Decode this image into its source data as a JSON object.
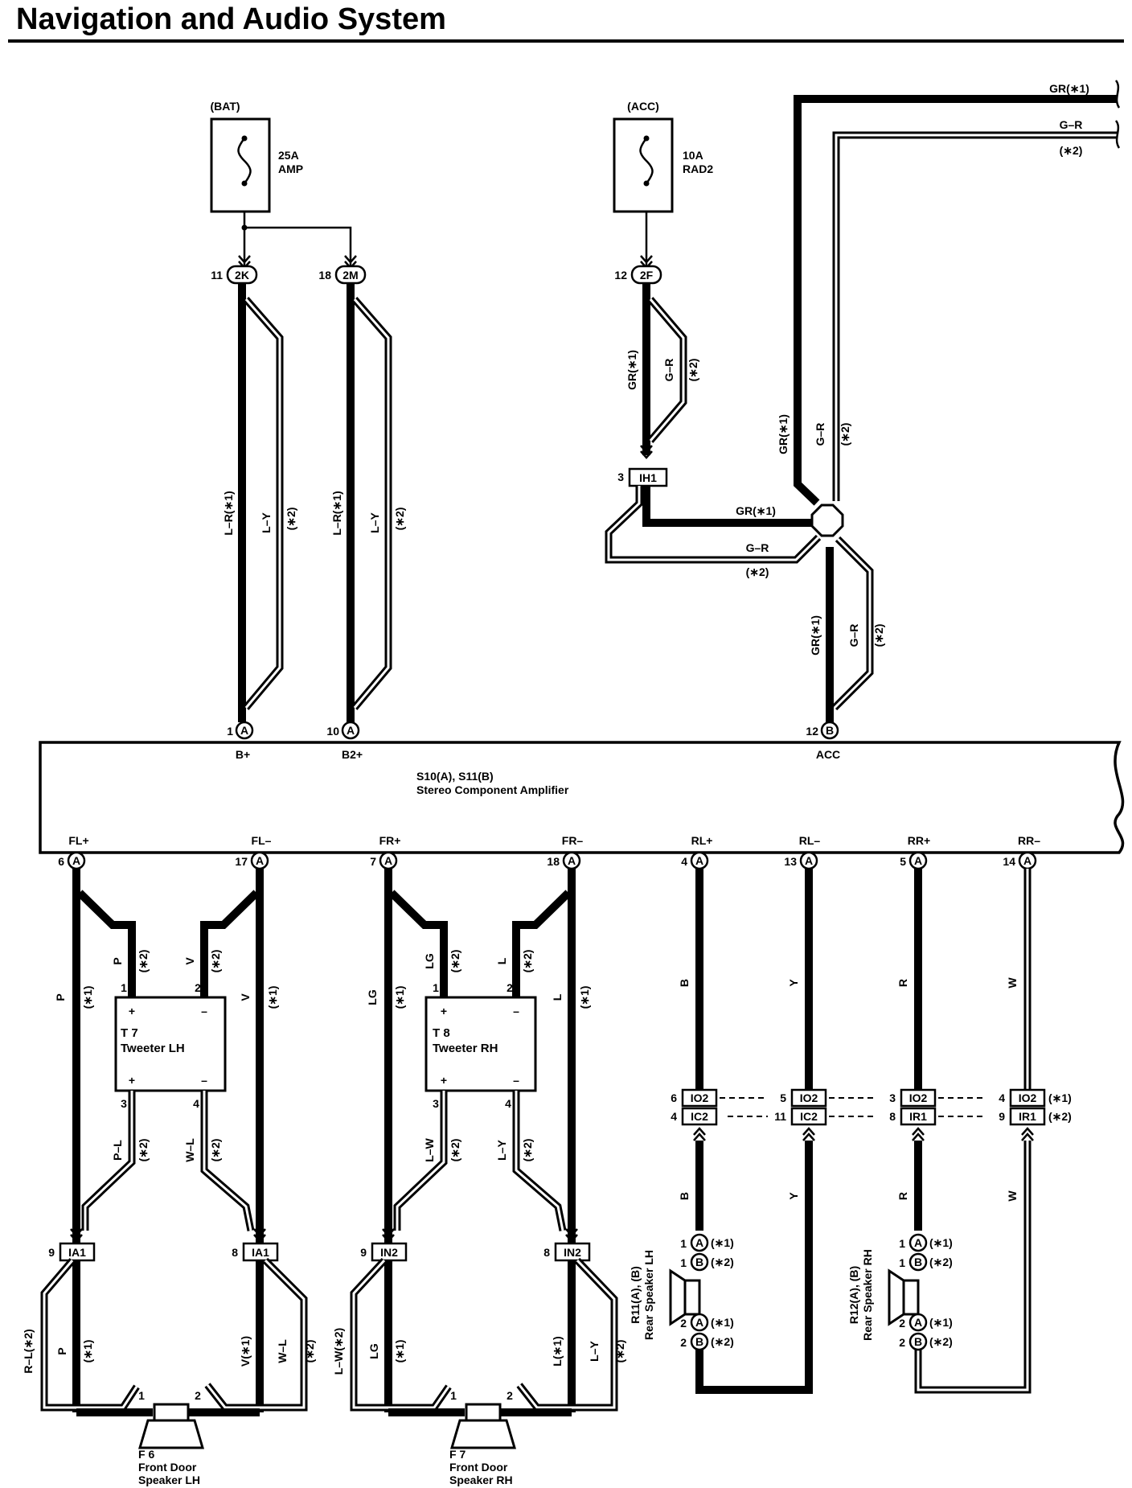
{
  "title": "Navigation and Audio System",
  "power_sources": [
    {
      "id": "bat",
      "source": "(BAT)",
      "rating": "25A",
      "name": "AMP"
    },
    {
      "id": "acc",
      "source": "(ACC)",
      "rating": "10A",
      "name": "RAD2"
    }
  ],
  "connectors_top": [
    {
      "pin": "11",
      "code": "2K"
    },
    {
      "pin": "18",
      "code": "2M"
    },
    {
      "pin": "12",
      "code": "2F"
    },
    {
      "pin": "3",
      "code": "IH1"
    }
  ],
  "wire_labels": {
    "lr_1": "L–R(∗1)",
    "ly": "L–Y",
    "v2": "(∗2)",
    "v1": "(∗1)",
    "gr_1": "GR(∗1)",
    "gr_1_h": "GR(∗1)",
    "g_r": "G–R",
    "p2": "(∗2)",
    "p": "P",
    "v": "V",
    "lg": "LG",
    "l": "L",
    "b": "B",
    "y": "Y",
    "r": "R",
    "w": "W",
    "p_l": "P–L",
    "w_l": "W–L",
    "l_w": "L–W",
    "l_y": "L–Y",
    "r_l2": "R–L(∗2)",
    "v_1": "V(∗1)",
    "l_w2": "L–W(∗2)",
    "l_1": "L(∗1)"
  },
  "amplifier": {
    "ref": "S10(A), S11(B)",
    "name": "Stereo Component Amplifier",
    "top_pins": [
      {
        "pin": "1",
        "conn": "A",
        "label": "B+"
      },
      {
        "pin": "10",
        "conn": "A",
        "label": "B2+"
      },
      {
        "pin": "12",
        "conn": "B",
        "label": "ACC"
      }
    ],
    "bottom_pins": [
      {
        "pin": "6",
        "conn": "A",
        "label": "FL+"
      },
      {
        "pin": "17",
        "conn": "A",
        "label": "FL–"
      },
      {
        "pin": "7",
        "conn": "A",
        "label": "FR+"
      },
      {
        "pin": "18",
        "conn": "A",
        "label": "FR–"
      },
      {
        "pin": "4",
        "conn": "A",
        "label": "RL+"
      },
      {
        "pin": "13",
        "conn": "A",
        "label": "RL–"
      },
      {
        "pin": "5",
        "conn": "A",
        "label": "RR+"
      },
      {
        "pin": "14",
        "conn": "A",
        "label": "RR–"
      }
    ]
  },
  "tweeters": [
    {
      "ref": "T 7",
      "name": "Tweeter LH",
      "pins": [
        "1",
        "2",
        "3",
        "4"
      ],
      "plus": "+",
      "minus": "–"
    },
    {
      "ref": "T 8",
      "name": "Tweeter RH",
      "pins": [
        "1",
        "2",
        "3",
        "4"
      ],
      "plus": "+",
      "minus": "–"
    }
  ],
  "inline_connectors": [
    {
      "pin1": "6",
      "code1": "IO2",
      "pin2": "4",
      "code2": "IC2"
    },
    {
      "pin1": "5",
      "code1": "IO2",
      "pin2": "11",
      "code2": "IC2"
    },
    {
      "pin1": "3",
      "code1": "IO2",
      "pin2": "8",
      "code2": "IR1"
    },
    {
      "pin1": "4",
      "code1": "IO2",
      "pin2": "9",
      "code2": "IR1"
    }
  ],
  "variant_notes": {
    "v1": "(∗1)",
    "v2": "(∗2)"
  },
  "front_connectors": [
    {
      "pin": "9",
      "code": "IA1"
    },
    {
      "pin": "8",
      "code": "IA1"
    },
    {
      "pin": "9",
      "code": "IN2"
    },
    {
      "pin": "8",
      "code": "IN2"
    }
  ],
  "speakers": [
    {
      "ref": "F 6",
      "name1": "Front Door",
      "name2": "Speaker LH",
      "pin_a": "1",
      "pin_b": "2"
    },
    {
      "ref": "F 7",
      "name1": "Front Door",
      "name2": "Speaker RH",
      "pin_a": "1",
      "pin_b": "2"
    }
  ],
  "rear_speakers": [
    {
      "ref": "R11(A), (B)",
      "name": "Rear Speaker LH",
      "pins": [
        "1",
        "1",
        "2",
        "2"
      ],
      "conns": [
        "A",
        "B",
        "A",
        "B"
      ]
    },
    {
      "ref": "R12(A), (B)",
      "name": "Rear Speaker RH",
      "pins": [
        "1",
        "1",
        "2",
        "2"
      ],
      "conns": [
        "A",
        "B",
        "A",
        "B"
      ]
    }
  ]
}
